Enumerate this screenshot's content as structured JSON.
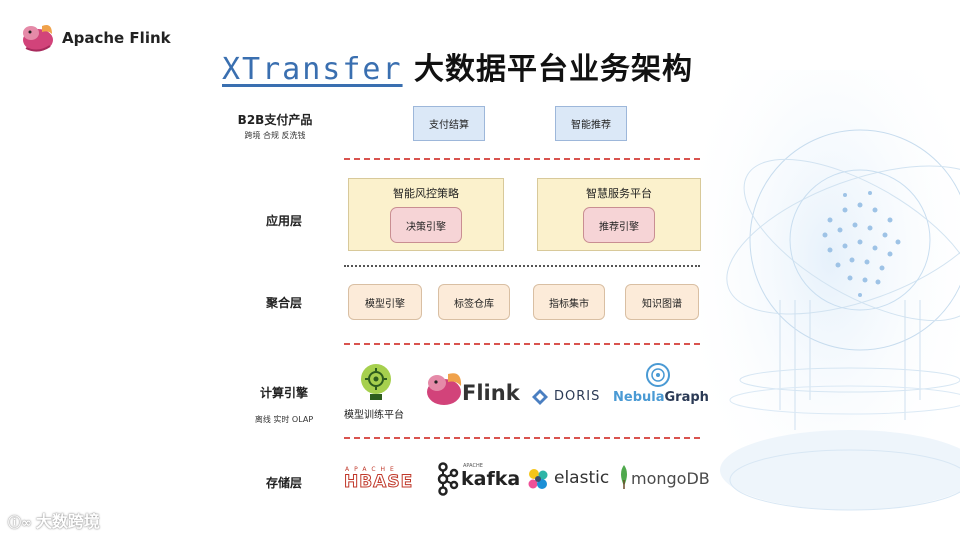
{
  "header": {
    "brand_name": "Apache Flink",
    "title_highlight": "XTransfer",
    "title_rest": " 大数据平台业务架构"
  },
  "layers": {
    "b2b": {
      "label": "B2B支付产品",
      "sub": "跨境  合规  反洗钱"
    },
    "application": {
      "label": "应用层"
    },
    "aggregation": {
      "label": "聚合层"
    },
    "compute": {
      "label": "计算引擎",
      "sub": "离线  实时  OLAP"
    },
    "storage": {
      "label": "存储层"
    }
  },
  "b2b_products": [
    "支付结算",
    "智能推荐"
  ],
  "application_groups": [
    {
      "title": "智能风控策略",
      "engine": "决策引擎"
    },
    {
      "title": "智慧服务平台",
      "engine": "推荐引擎"
    }
  ],
  "aggregation_items": [
    "模型引擎",
    "标签仓库",
    "指标集市",
    "知识图谱"
  ],
  "compute_engines": {
    "model_platform": "模型训练平台",
    "flink": "Flink",
    "doris": "DORIS",
    "nebula_a": "Nebula",
    "nebula_b": "Graph"
  },
  "storage_engines": {
    "hbase_small": "APACHE",
    "hbase": "HBASE",
    "kafka_small": "APACHE",
    "kafka": "kafka",
    "elastic": "elastic",
    "mongo": "mongoDB"
  },
  "watermark": "大数跨境",
  "colors": {
    "accent_blue": "#3a6fb0",
    "divider_red": "#d9534f",
    "app_yellow": "#fbf1cc",
    "engine_pink": "#f6d4d6",
    "agg_peach": "#fcebd9"
  }
}
